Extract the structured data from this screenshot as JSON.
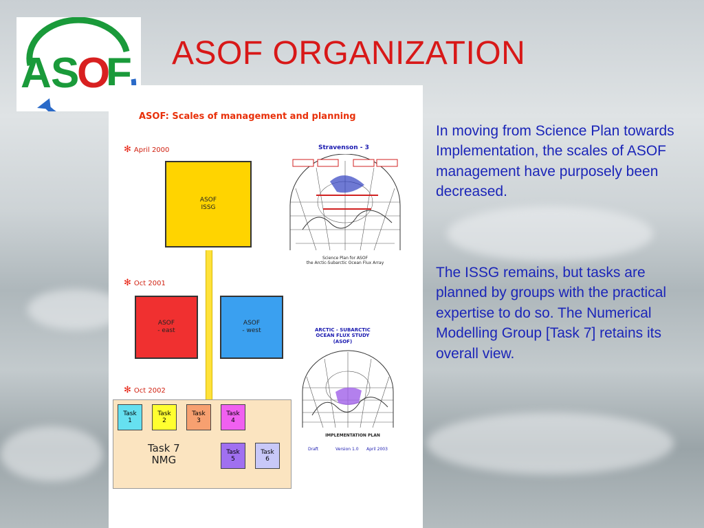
{
  "slide": {
    "title": "ASOF ORGANIZATION",
    "logo_text": "ASOF"
  },
  "diagram": {
    "title": "ASOF: Scales of management and planning",
    "dates": [
      "April 2000",
      "Oct 2001",
      "Oct 2002"
    ],
    "issg_box": "ASOF\nISSG",
    "east_box": "ASOF\n- east",
    "west_box": "ASOF\n- west",
    "tasks": [
      {
        "label": "Task\n1",
        "color": "#66e0f0"
      },
      {
        "label": "Task\n2",
        "color": "#ffff30"
      },
      {
        "label": "Task\n3",
        "color": "#f7a070"
      },
      {
        "label": "Task\n4",
        "color": "#f060f0"
      },
      {
        "label": "Task\n5",
        "color": "#a070f0"
      },
      {
        "label": "Task\n6",
        "color": "#c8c8f8"
      }
    ],
    "nmg_label": "Task 7\nNMG",
    "map1": {
      "title": "Stravenson - 3",
      "caption": "Science Plan for ASOF\nthe Arctic-Subarctic Ocean Flux Array"
    },
    "map2": {
      "title": "ARCTIC - SUBARCTIC\nOCEAN FLUX STUDY\n(ASOF)",
      "caption": "IMPLEMENTATION PLAN",
      "footer": [
        "Draft",
        "Version 1.0",
        "April 2003"
      ]
    },
    "colors": {
      "issg": "#ffd400",
      "east": "#f03030",
      "west": "#3aa0f0",
      "arrow": "#ffe23a"
    }
  },
  "body": {
    "paragraph1": "In moving from Science Plan towards Implementation, the scales of ASOF management have purposely been decreased.",
    "paragraph2": "The ISSG remains, but tasks are planned by groups with the practical expertise to do so. The Numerical Modelling Group [Task 7] retains its overall view."
  }
}
